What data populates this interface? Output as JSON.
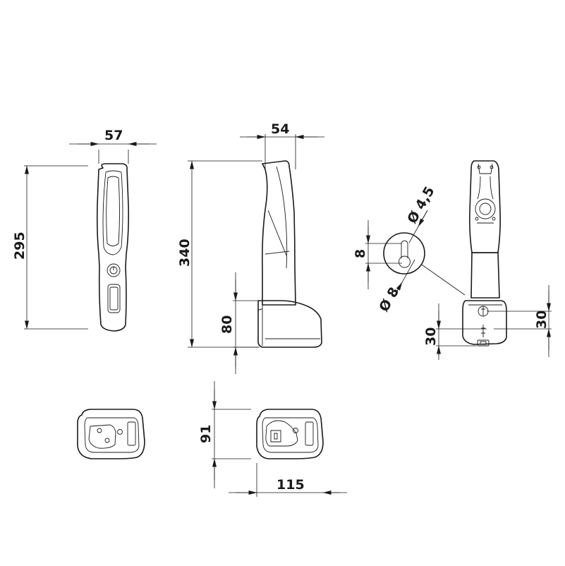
{
  "dimensions": {
    "front_width": "57",
    "front_height": "295",
    "side_width": "54",
    "side_height": "340",
    "base_height": "80",
    "hole_diameter_large": "Ø 8",
    "hole_diameter_small": "Ø 4,5",
    "slot_width": "8",
    "rear_offset_left": "30",
    "rear_offset_right": "30",
    "base_depth": "91",
    "base_width": "115"
  }
}
